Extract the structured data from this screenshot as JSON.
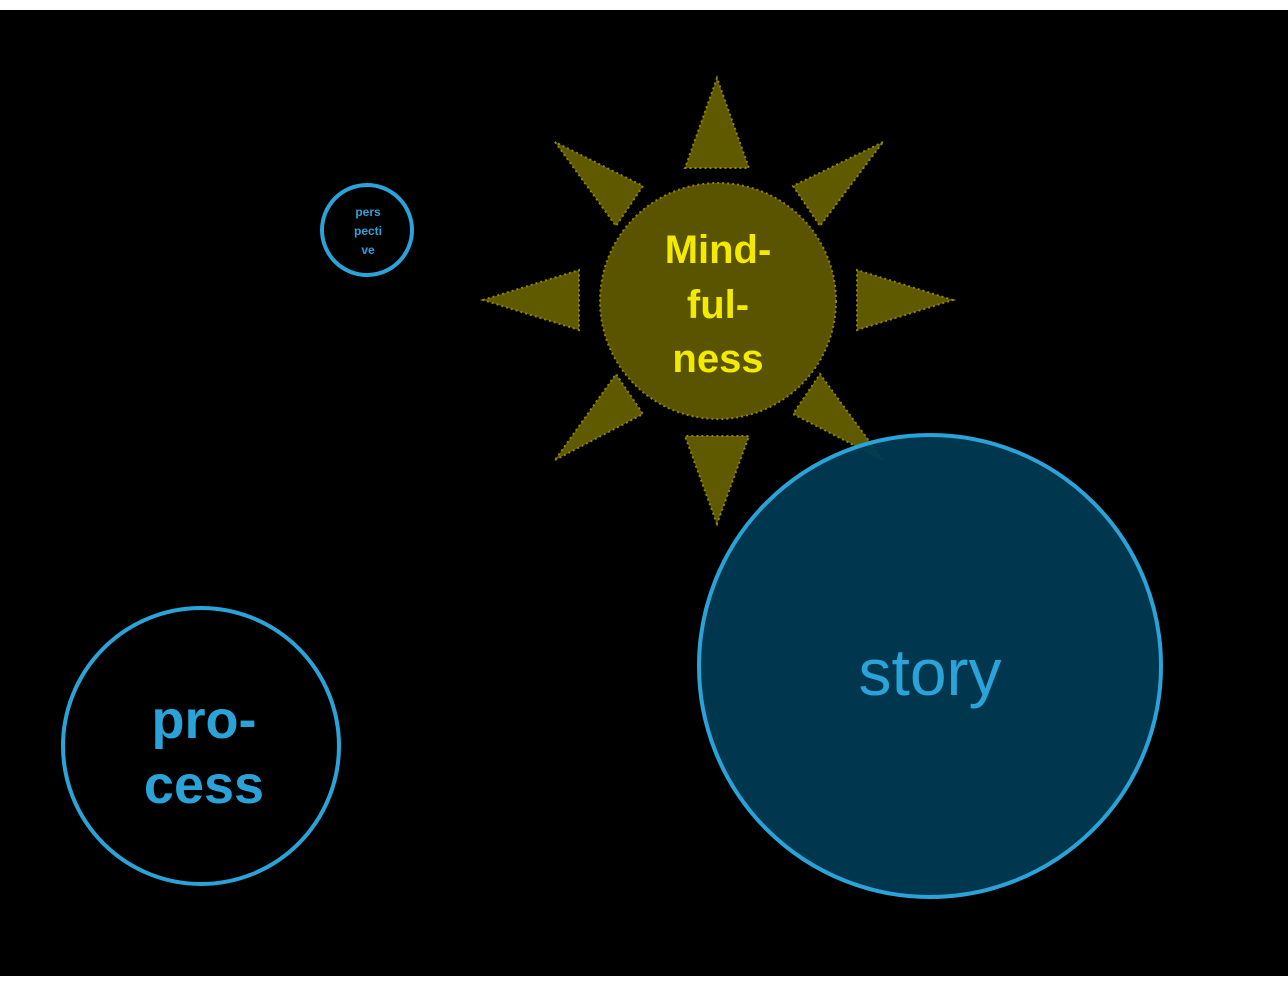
{
  "colors": {
    "background": "#000000",
    "frame": "#ffffff",
    "circle_stroke": "#2aa3d8",
    "circle_text": "#2aa3d8",
    "story_fill": "#003a52",
    "sun_fill": "#5a5300",
    "sun_text": "#f2ea00",
    "sun_ray_fill": "#5f5a00",
    "sun_ray_stroke": "#8f8700"
  },
  "nodes": {
    "perspective": {
      "lines": [
        "pers",
        "pecti",
        "ve"
      ]
    },
    "mindfulness": {
      "lines": [
        "Mind-",
        "ful-",
        "ness"
      ]
    },
    "process": {
      "lines": [
        "pro-",
        "cess"
      ]
    },
    "story": {
      "lines": [
        "story"
      ]
    }
  }
}
